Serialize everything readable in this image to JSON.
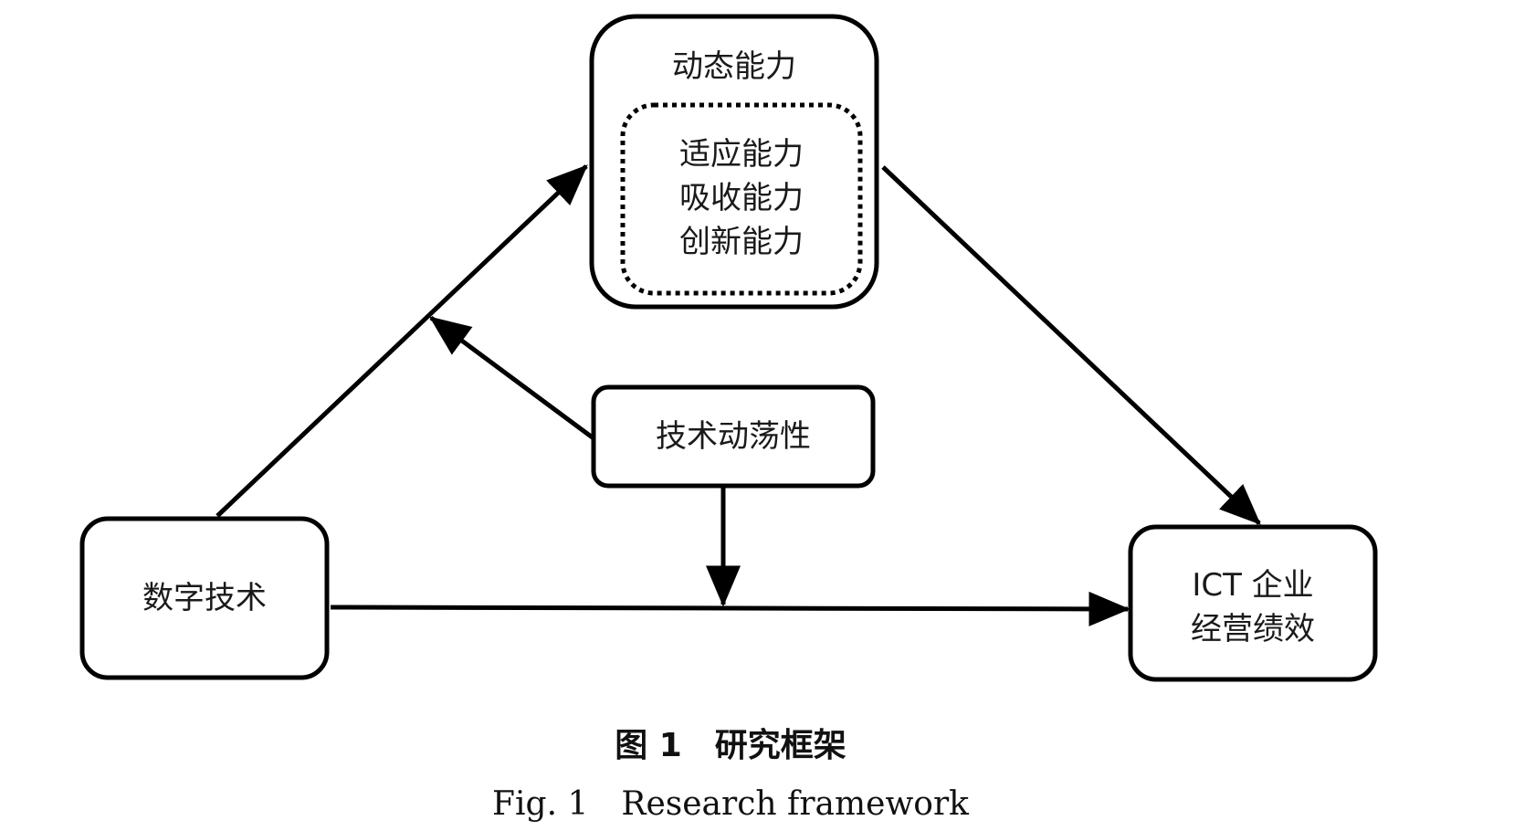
{
  "nodes": {
    "dynamic_capability": {
      "title": "动态能力",
      "items": [
        "适应能力",
        "吸收能力",
        "创新能力"
      ]
    },
    "digital_tech": {
      "label": "数字技术"
    },
    "tech_turbulence": {
      "label": "技术动荡性"
    },
    "performance": {
      "lines": [
        "ICT 企业",
        "经营绩效"
      ]
    }
  },
  "caption": {
    "cn": "图 1　研究框架",
    "en": "Fig. 1　Research framework"
  },
  "colors": {
    "stroke": "#000000",
    "text": "#1a1a1a",
    "background": "#ffffff"
  }
}
